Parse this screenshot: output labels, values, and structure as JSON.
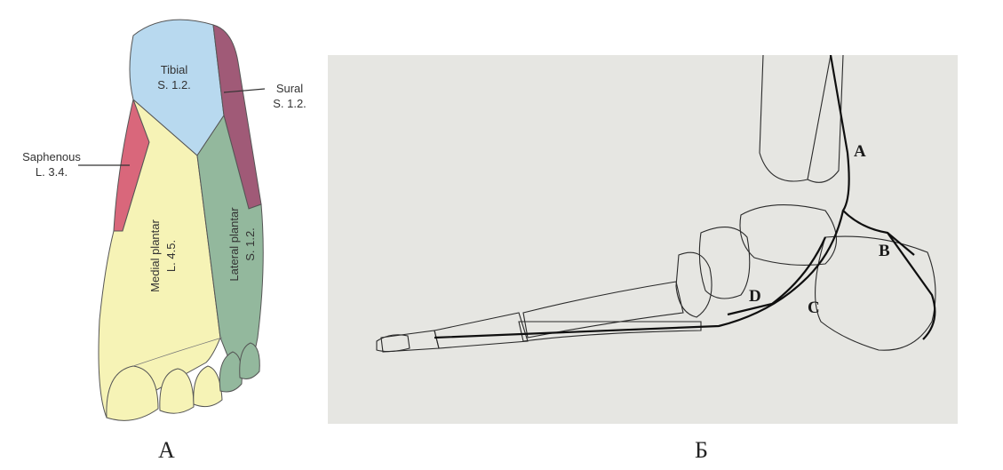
{
  "panel_a": {
    "caption": "A",
    "regions": [
      {
        "id": "tibial",
        "name": "Tibial",
        "code": "S. 1.2.",
        "color": "#b8d9ef"
      },
      {
        "id": "sural",
        "name": "Sural",
        "code": "S. 1.2.",
        "color": "#a05a77"
      },
      {
        "id": "saphenous",
        "name": "Saphenous",
        "code": "L. 3.4.",
        "color": "#d9677b"
      },
      {
        "id": "medial",
        "name": "Medial plantar",
        "code": "L. 4.5.",
        "color": "#f6f3b6"
      },
      {
        "id": "lateral",
        "name": "Lateral plantar",
        "code": "S. 1.2.",
        "color": "#93b89d"
      }
    ]
  },
  "panel_b": {
    "caption": "Б",
    "labels": {
      "a": "A",
      "b": "B",
      "c": "C",
      "d": "D"
    }
  }
}
